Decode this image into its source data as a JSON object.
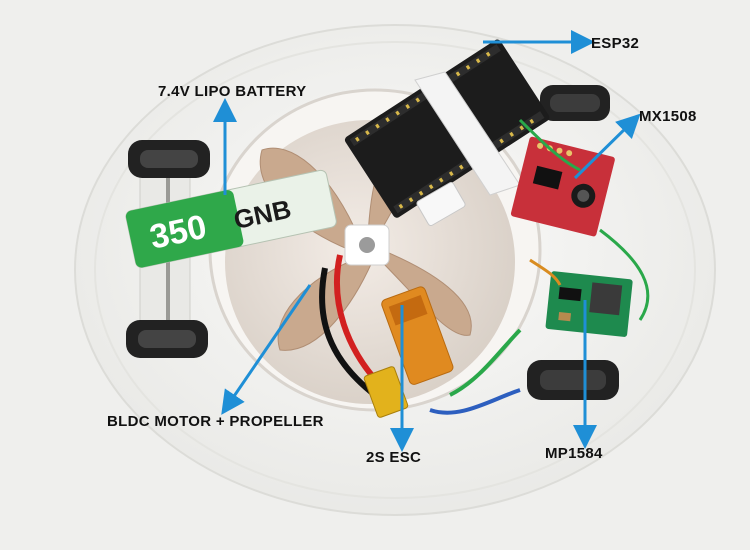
{
  "labels": {
    "esp32": "ESP32",
    "mx1508": "MX1508",
    "battery": "7.4V LIPO BATTERY",
    "bldc": "BLDC MOTOR + PROPELLER",
    "esc": "2S ESC",
    "mp1584": "MP1584"
  },
  "battery_print": {
    "capacity": "350",
    "brand": "GNB"
  },
  "colors": {
    "arrow": "#1f8fd6",
    "hull": "#f3f3f1",
    "esp32_board": "#1c1c1c",
    "motor_driver_board": "#c8303a",
    "buck_converter_board": "#1e8a4e",
    "battery_wrap": "#2fa84a",
    "wire_red": "#d22020",
    "wire_green": "#2aa84a"
  }
}
